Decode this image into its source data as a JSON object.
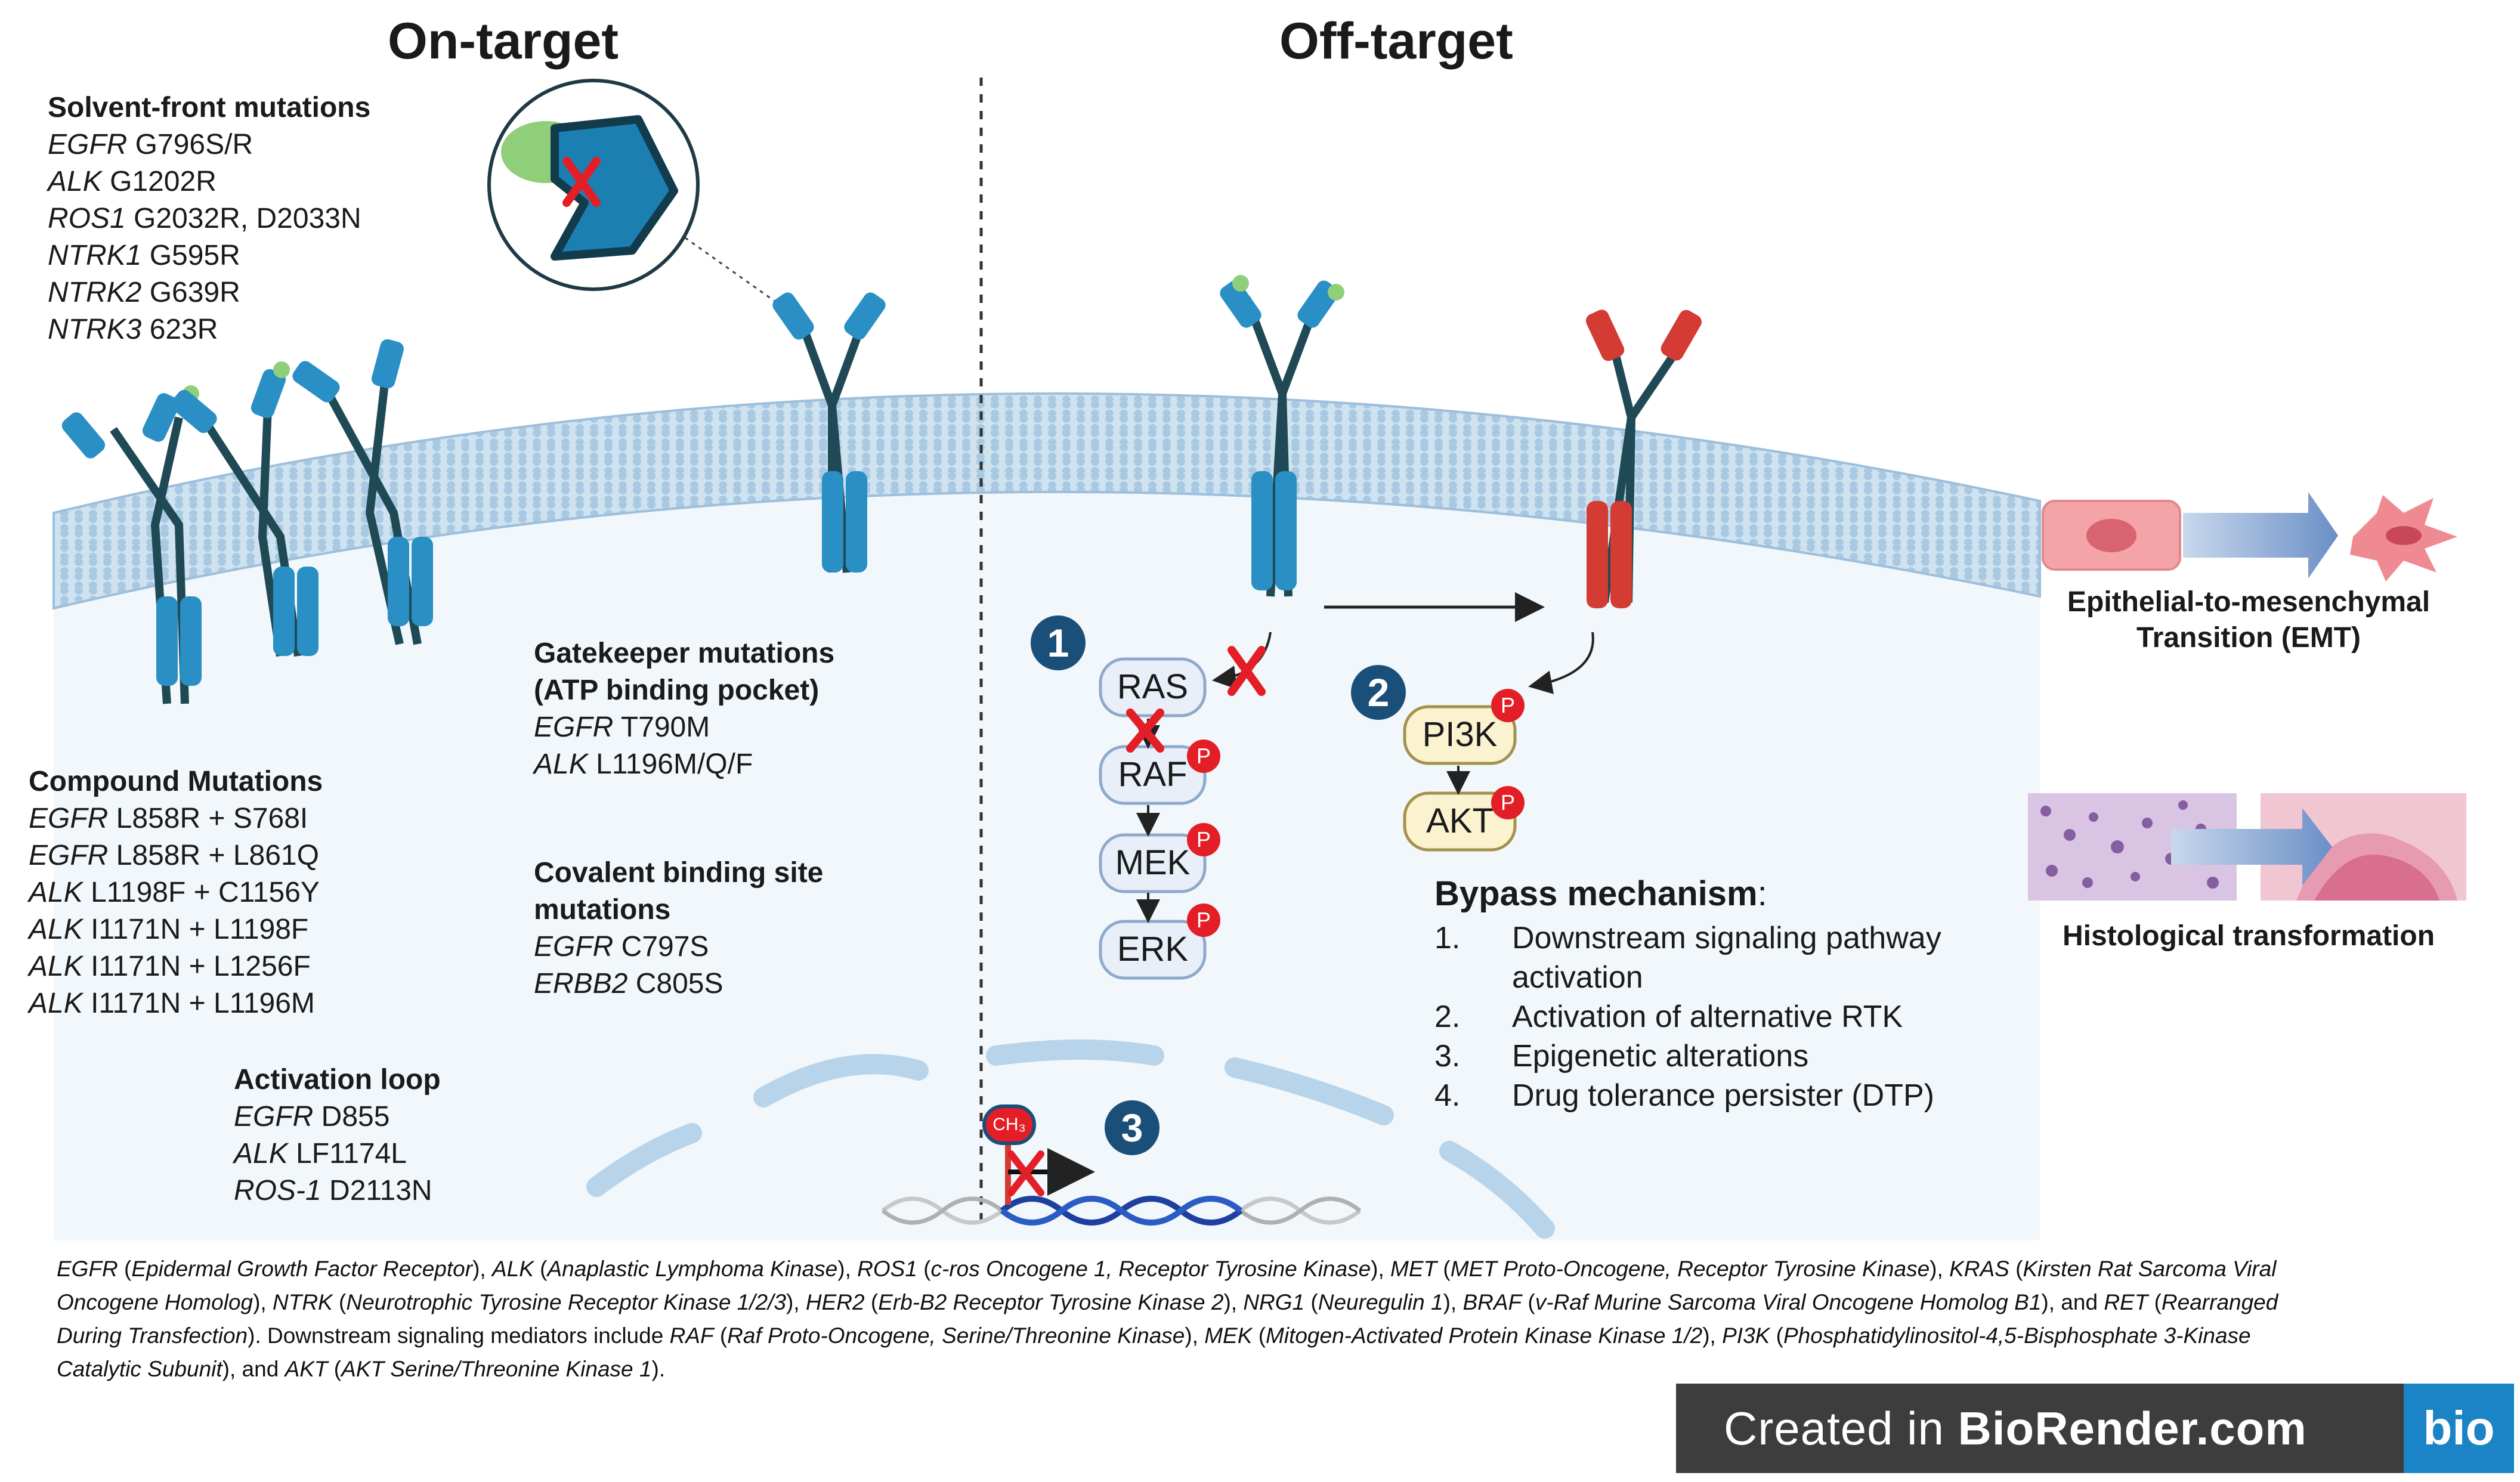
{
  "titles": {
    "on_target": "On-target",
    "off_target": "Off-target"
  },
  "solvent_front": {
    "heading": "Solvent-front mutations",
    "items": [
      {
        "gene": "EGFR",
        "mut": " G796S/R"
      },
      {
        "gene": "ALK",
        "mut": " G1202R"
      },
      {
        "gene": "ROS1",
        "mut": " G2032R, D2033N"
      },
      {
        "gene": "NTRK1",
        "mut": " G595R"
      },
      {
        "gene": "NTRK2",
        "mut": " G639R"
      },
      {
        "gene": "NTRK3",
        "mut": " 623R"
      }
    ]
  },
  "compound": {
    "heading": "Compound Mutations",
    "items": [
      {
        "gene": "EGFR",
        "mut": " L858R + S768I"
      },
      {
        "gene": "EGFR",
        "mut": " L858R + L861Q"
      },
      {
        "gene": "ALK",
        "mut": " L1198F + C1156Y"
      },
      {
        "gene": "ALK",
        "mut": " I1171N + L1198F"
      },
      {
        "gene": "ALK",
        "mut": " I1171N + L1256F"
      },
      {
        "gene": "ALK",
        "mut": " I1171N + L1196M"
      }
    ]
  },
  "gatekeeper": {
    "heading1": "Gatekeeper mutations",
    "heading2": "(ATP binding pocket)",
    "items": [
      {
        "gene": "EGFR",
        "mut": " T790M"
      },
      {
        "gene": "ALK",
        "mut": " L1196M/Q/F"
      }
    ]
  },
  "covalent": {
    "heading1": "Covalent binding site",
    "heading2": "mutations",
    "items": [
      {
        "gene": "EGFR",
        "mut": " C797S"
      },
      {
        "gene": "ERBB2",
        "mut": " C805S"
      }
    ]
  },
  "activation_loop": {
    "heading": "Activation loop",
    "items": [
      {
        "gene": "EGFR",
        "mut": " D855"
      },
      {
        "gene": "ALK",
        "mut": " LF1174L"
      },
      {
        "gene": "ROS-1",
        "mut": " D2113N"
      }
    ]
  },
  "pathway": {
    "nodes": [
      "RAS",
      "RAF",
      "MEK",
      "ERK"
    ],
    "bypass_nodes": [
      "PI3K",
      "AKT"
    ],
    "phospho_label": "P",
    "methyl_label": "CH₃",
    "step_numbers": [
      "1",
      "2",
      "3"
    ]
  },
  "bypass": {
    "title": "Bypass mechanism",
    "colon": ":",
    "items": [
      {
        "num": "1.",
        "text": "Downstream signaling pathway activation"
      },
      {
        "num": "2.",
        "text": "Activation of alternative RTK"
      },
      {
        "num": "3.",
        "text": "Epigenetic alterations"
      },
      {
        "num": "4.",
        "text": "Drug tolerance persister (DTP)"
      }
    ]
  },
  "emt_label": "Epithelial-to-mesenchymal Transition (EMT)",
  "histology_label": "Histological transformation",
  "footnote": {
    "line1": [
      {
        "t": "EGFR",
        "i": true
      },
      {
        "t": " (",
        "i": false
      },
      {
        "t": "Epidermal Growth Factor Receptor",
        "i": true
      },
      {
        "t": "), ",
        "i": false
      },
      {
        "t": "ALK",
        "i": true
      },
      {
        "t": " (",
        "i": false
      },
      {
        "t": "Anaplastic Lymphoma Kinase",
        "i": true
      },
      {
        "t": "), ",
        "i": false
      },
      {
        "t": "ROS1",
        "i": true
      },
      {
        "t": " (",
        "i": false
      },
      {
        "t": "c-ros Oncogene 1, Receptor Tyrosine Kinase",
        "i": true
      },
      {
        "t": "), ",
        "i": false
      },
      {
        "t": "MET",
        "i": true
      },
      {
        "t": " (",
        "i": false
      },
      {
        "t": "MET Proto-Oncogene, Receptor Tyrosine Kinase",
        "i": true
      },
      {
        "t": "), ",
        "i": false
      },
      {
        "t": "KRAS",
        "i": true
      },
      {
        "t": " (",
        "i": false
      },
      {
        "t": "Kirsten Rat Sarcoma Viral",
        "i": true
      }
    ],
    "line2": [
      {
        "t": "Oncogene Homolog",
        "i": true
      },
      {
        "t": "), ",
        "i": false
      },
      {
        "t": "NTRK",
        "i": true
      },
      {
        "t": " (",
        "i": false
      },
      {
        "t": "Neurotrophic Tyrosine Receptor Kinase 1/2/3",
        "i": true
      },
      {
        "t": "), ",
        "i": false
      },
      {
        "t": "HER2",
        "i": true
      },
      {
        "t": " (",
        "i": false
      },
      {
        "t": "Erb-B2 Receptor Tyrosine Kinase 2",
        "i": true
      },
      {
        "t": "), ",
        "i": false
      },
      {
        "t": "NRG1",
        "i": true
      },
      {
        "t": " (",
        "i": false
      },
      {
        "t": "Neuregulin 1",
        "i": true
      },
      {
        "t": "), ",
        "i": false
      },
      {
        "t": "BRAF",
        "i": true
      },
      {
        "t": " (",
        "i": false
      },
      {
        "t": "v-Raf Murine Sarcoma Viral Oncogene Homolog B1",
        "i": true
      },
      {
        "t": "), and ",
        "i": false
      },
      {
        "t": "RET",
        "i": true
      },
      {
        "t": " (",
        "i": false
      },
      {
        "t": "Rearranged",
        "i": true
      }
    ],
    "line3": [
      {
        "t": "During Transfection",
        "i": true
      },
      {
        "t": "). Downstream signaling mediators include ",
        "i": false
      },
      {
        "t": "RAF",
        "i": true
      },
      {
        "t": " (",
        "i": false
      },
      {
        "t": "Raf Proto-Oncogene, Serine/Threonine Kinase",
        "i": true
      },
      {
        "t": "), ",
        "i": false
      },
      {
        "t": "MEK",
        "i": true
      },
      {
        "t": " (",
        "i": false
      },
      {
        "t": "Mitogen-Activated Protein Kinase Kinase 1/2",
        "i": true
      },
      {
        "t": "), ",
        "i": false
      },
      {
        "t": "PI3K",
        "i": true
      },
      {
        "t": " (",
        "i": false
      },
      {
        "t": "Phosphatidylinositol-4,5-Bisphosphate 3-Kinase",
        "i": true
      }
    ],
    "line4": [
      {
        "t": "Catalytic Subunit",
        "i": true
      },
      {
        "t": "), and ",
        "i": false
      },
      {
        "t": "AKT",
        "i": true
      },
      {
        "t": " (",
        "i": false
      },
      {
        "t": "AKT Serine/Threonine Kinase 1",
        "i": true
      },
      {
        "t": ").",
        "i": false
      }
    ]
  },
  "watermark": {
    "prefix": "Created in ",
    "brand": "BioRender.com",
    "logo": "bio"
  },
  "colors": {
    "receptor_blue": "#2a8fc4",
    "receptor_red": "#d43b33",
    "stalk_dark": "#1f4a55",
    "ligand_green": "#8fcf7a",
    "membrane": "#b9d6ea",
    "cell_interior": "#f1f7fb",
    "step_circle": "#1a4f7a",
    "phospho_red": "#e41e26",
    "node_fill_blue": "#e8eff8",
    "node_fill_yellow": "#fbf3cf"
  }
}
